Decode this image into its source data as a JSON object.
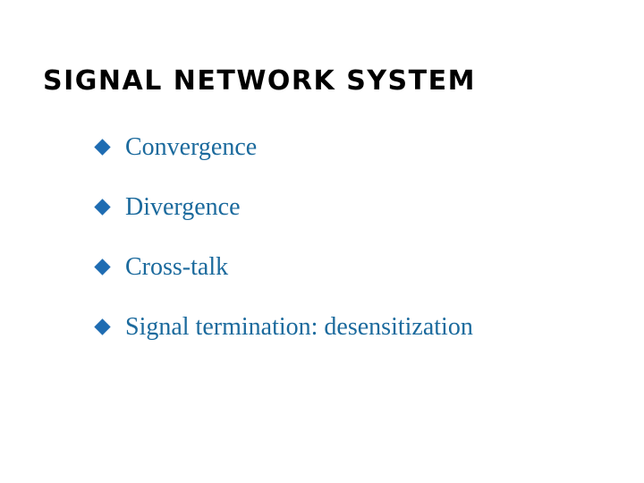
{
  "slide": {
    "title": "SIGNAL NETWORK SYSTEM",
    "bullets": [
      {
        "label": "Convergence"
      },
      {
        "label": "Divergence"
      },
      {
        "label": "Cross-talk"
      },
      {
        "label": "Signal termination: desensitization"
      }
    ],
    "bullet_marker_icon": "diamond-icon",
    "colors": {
      "background": "#FFFFFF",
      "title_text": "#000000",
      "bullet_text": "#1B6A9D",
      "bullet_marker": "#1E6CB2"
    }
  }
}
